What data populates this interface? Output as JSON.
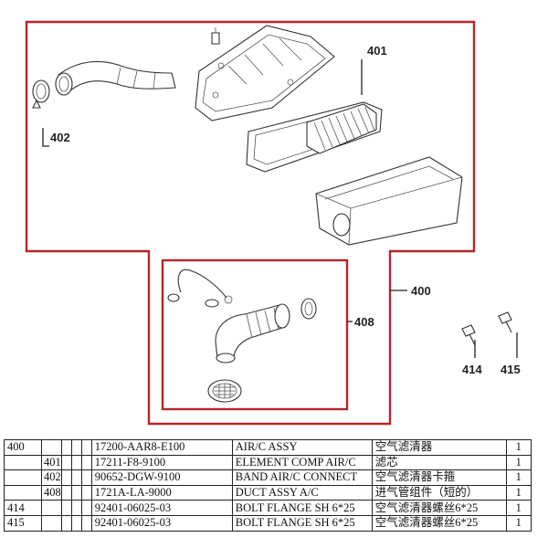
{
  "callouts": {
    "c400": "400",
    "c401": "401",
    "c402": "402",
    "c408": "408",
    "c414": "414",
    "c415": "415"
  },
  "parts_table": {
    "rows": [
      {
        "ref": "400",
        "sub": "",
        "part_no": "17200-AAR8-E100",
        "name": "AIR/C ASSY",
        "name_cn": "空气滤清器",
        "qty": "1"
      },
      {
        "ref": "",
        "sub": "401",
        "part_no": "17211-F8-9100",
        "name": "ELEMENT COMP AIR/C",
        "name_cn": "滤芯",
        "qty": "1"
      },
      {
        "ref": "",
        "sub": "402",
        "part_no": "90652-DGW-9100",
        "name": "BAND AIR/C CONNECT",
        "name_cn": "空气滤清器卡箍",
        "qty": "1"
      },
      {
        "ref": "",
        "sub": "408",
        "part_no": "1721A-LA-9000",
        "name": "DUCT ASSY A/C",
        "name_cn": "进气管组件（短的）",
        "qty": "1"
      },
      {
        "ref": "414",
        "sub": "",
        "part_no": "92401-06025-03",
        "name": "BOLT FLANGE SH 6*25",
        "name_cn": "空气滤清器螺丝6*25",
        "qty": "1"
      },
      {
        "ref": "415",
        "sub": "",
        "part_no": "92401-06025-03",
        "name": "BOLT FLANGE SH 6*25",
        "name_cn": "空气滤清器螺丝6*25",
        "qty": "1"
      }
    ]
  },
  "colors": {
    "frame": "#b3262b",
    "line": "#222222"
  }
}
